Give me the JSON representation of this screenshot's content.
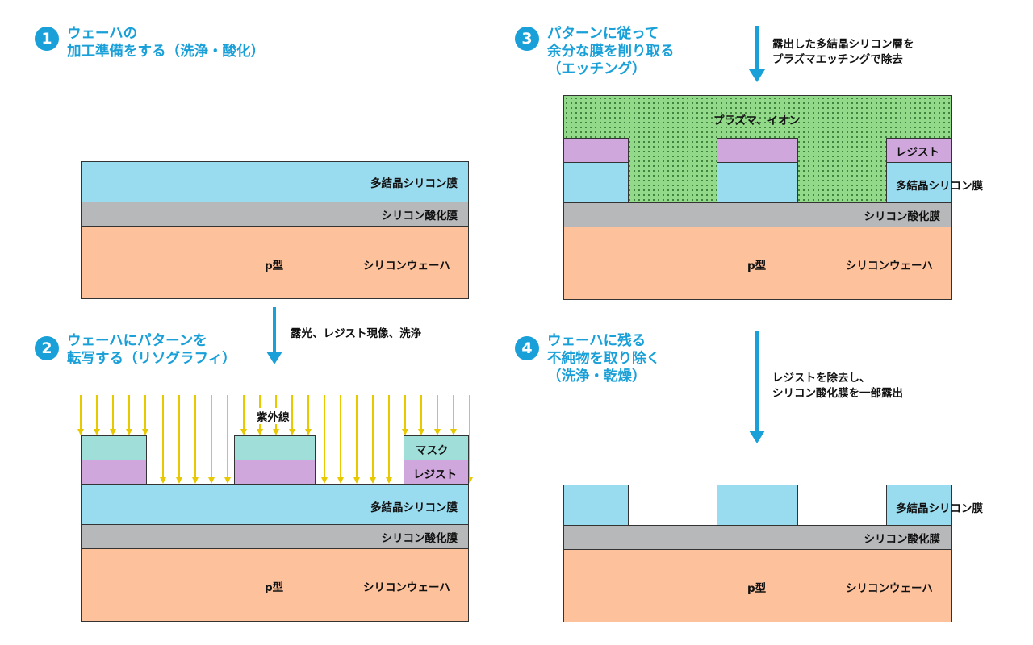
{
  "steps": [
    {
      "number": "1",
      "title": "ウェーハの\n加工準備をする（洗浄・酸化）"
    },
    {
      "number": "2",
      "title": "ウェーハにパターンを\n転写する（リソグラフィ）"
    },
    {
      "number": "3",
      "title": "パターンに従って\n余分な膜を削り取る\n（エッチング）"
    },
    {
      "number": "4",
      "title": "ウェーハに残る\n不純物を取り除く\n（洗浄・乾燥）"
    }
  ],
  "arrow_notes": {
    "exposure": "露光、レジスト現像、洗浄",
    "etching": "露出した多結晶シリコン層を\nプラズマエッチングで除去",
    "cleaning": "レジストを除去し、\nシリコン酸化膜を一部露出"
  },
  "labels": {
    "polysilicon": "多結晶シリコン膜",
    "oxide": "シリコン酸化膜",
    "p_type": "p型",
    "wafer": "シリコンウェーハ",
    "resist": "レジスト",
    "mask": "マスク",
    "uv": "紫外線",
    "plasma": "プラズマ、イオン"
  },
  "colors": {
    "accent": "#1aa0d8",
    "polysilicon": "#99dcf0",
    "oxide": "#b7b8ba",
    "wafer": "#fdc19c",
    "resist": "#cfa7dc",
    "mask": "#a0dfd9",
    "plasma": "#92d98a",
    "uv": "#e8c800"
  }
}
